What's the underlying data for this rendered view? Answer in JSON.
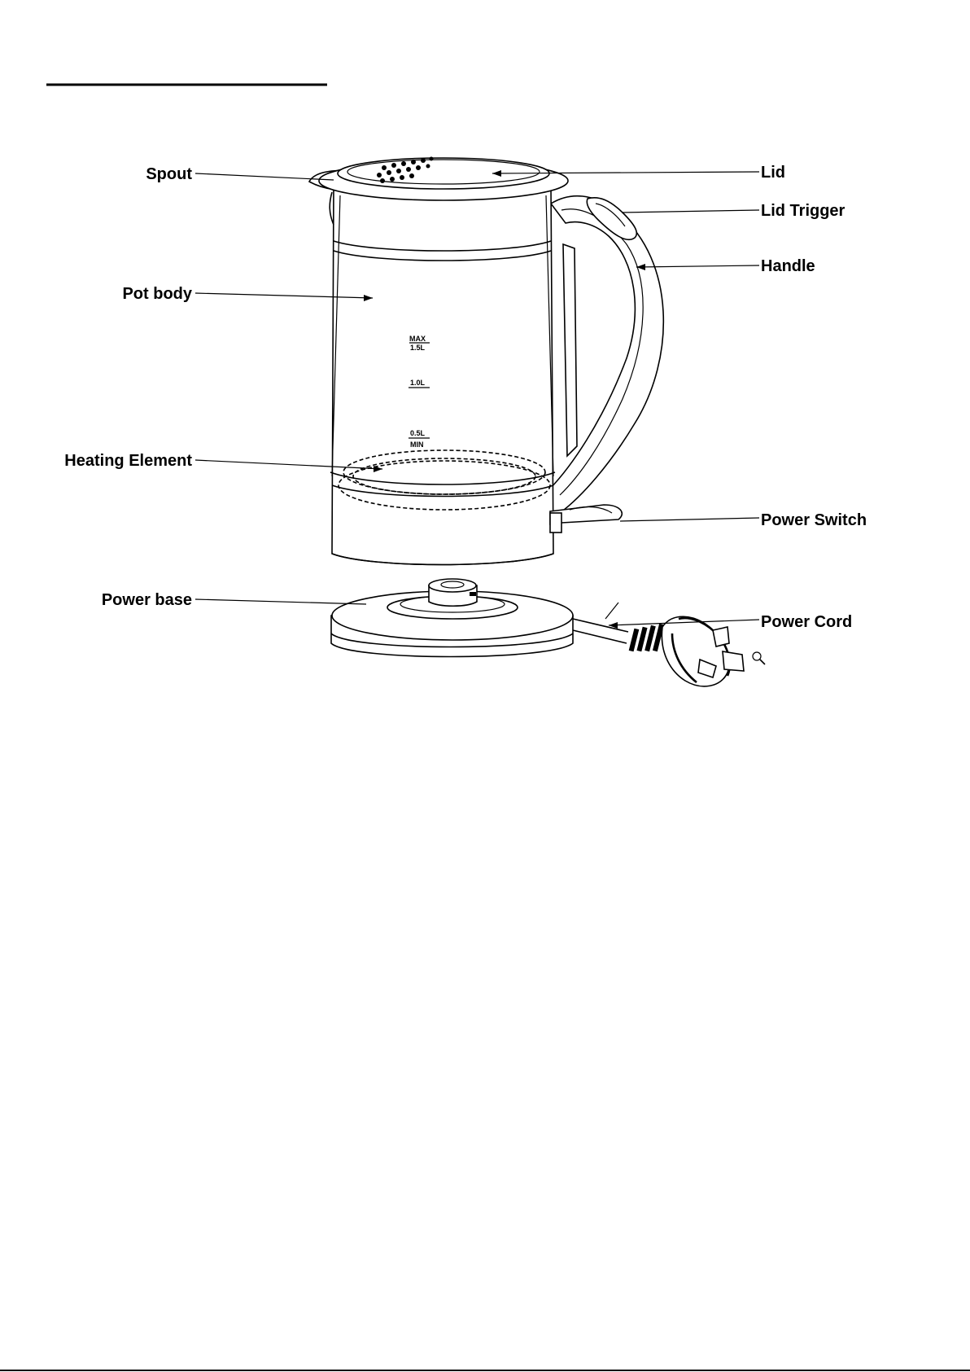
{
  "labels": {
    "spout": "Spout",
    "lid": "Lid",
    "lid_trigger": "Lid Trigger",
    "handle": "Handle",
    "pot_body": "Pot body",
    "heating_element": "Heating Element",
    "power_switch": "Power Switch",
    "power_base": "Power base",
    "power_cord": "Power Cord"
  },
  "level_marks": {
    "max": "MAX",
    "max_volume": "1.5L",
    "mid_volume": "1.0L",
    "min_volume": "0.5L",
    "min": "MIN"
  }
}
